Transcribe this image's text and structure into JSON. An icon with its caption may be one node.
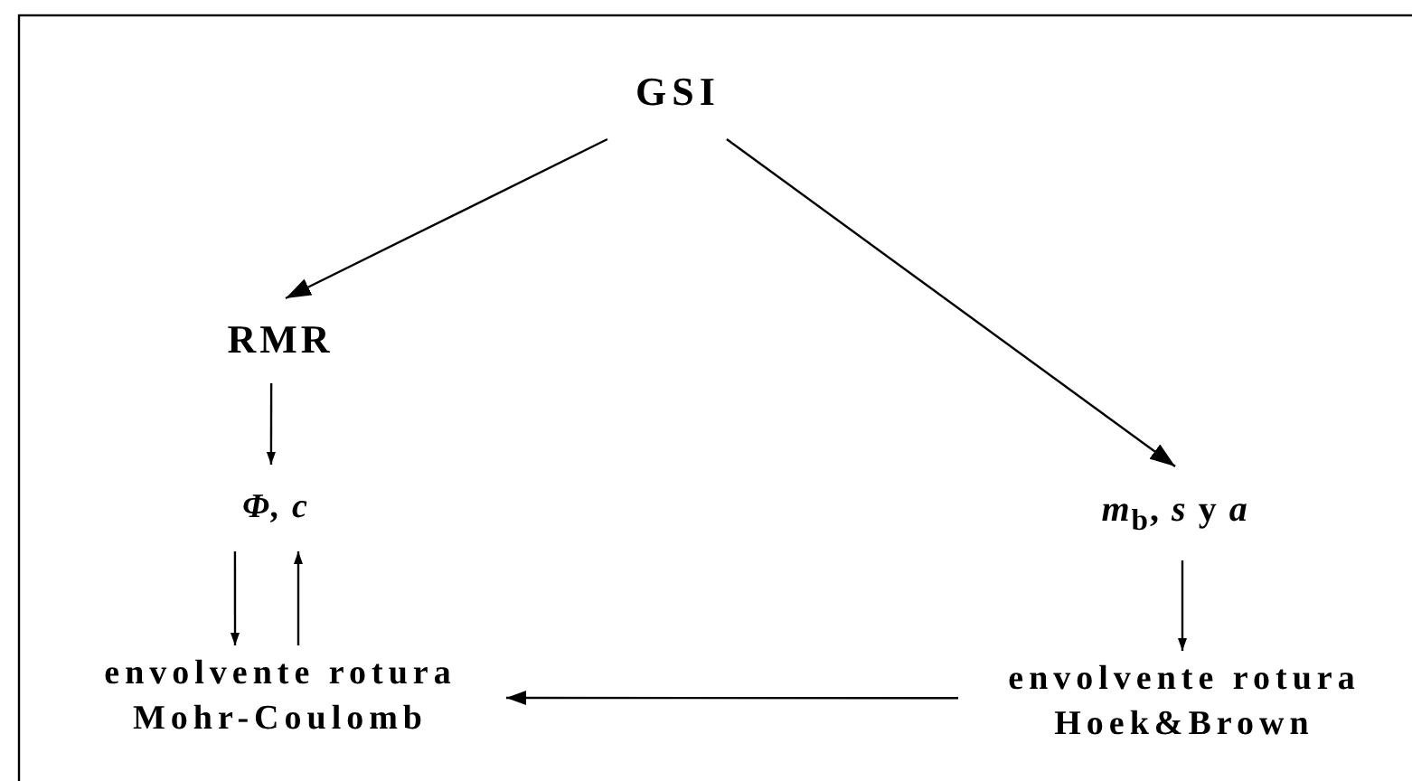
{
  "diagram": {
    "nodes": [
      {
        "text": [
          "GSI"
        ]
      },
      {
        "text": [
          "RMR"
        ]
      },
      {
        "text": [
          "Φ, c"
        ]
      },
      {
        "text": [
          "*m*$_{b}$, *s* y *a*"
        ]
      },
      {
        "text": [
          "envolvente rotura Mohr-Coulomb"
        ]
      },
      {
        "text": [
          "envolvente rotura Hoek&Brown"
        ]
      }
    ],
    "edges": [
      {
        "from": 0,
        "to": 1,
        "arrow": "to"
      },
      {
        "from": 0,
        "to": 3,
        "arrow": "to"
      },
      {
        "from": 1,
        "to": 2,
        "arrow": "to"
      },
      {
        "from": 2,
        "to": 4,
        "arrow": "to"
      },
      {
        "from": 4,
        "to": 2,
        "arrow": "to"
      },
      {
        "from": 3,
        "to": 5,
        "arrow": "to"
      },
      {
        "from": 5,
        "to": 4,
        "arrow": "to"
      }
    ]
  }
}
